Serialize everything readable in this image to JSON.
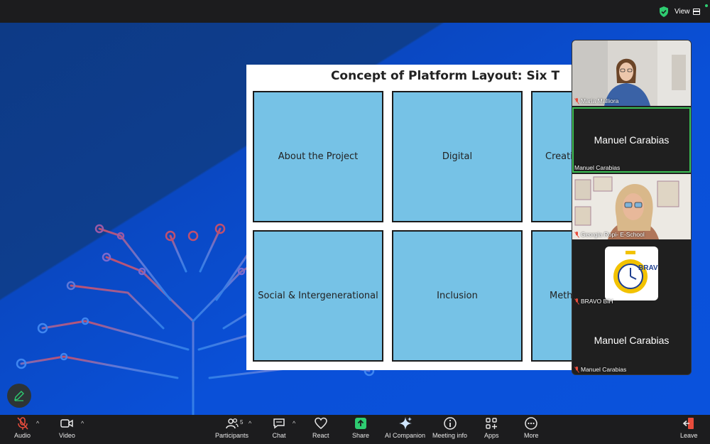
{
  "topbar": {
    "view_label": "View"
  },
  "slide": {
    "title": "Concept of Platform Layout: Six T",
    "tiles": [
      "About the Project",
      "Digital",
      "Creati",
      "Social & Intergenerational",
      "Inclusion",
      "Meth"
    ]
  },
  "gallery": {
    "participants": [
      {
        "name": "Maria Malliora",
        "muted": true
      },
      {
        "name": "Manuel Carabias",
        "display": "Manuel Carabias",
        "muted": false
      },
      {
        "name": "Georgia Ropi- E-School",
        "muted": true
      },
      {
        "name": "BRAVO BIH",
        "logo_text": "BRAVO",
        "muted": true
      },
      {
        "name": "Manuel Carabias",
        "display": "Manuel Carabias",
        "muted": true
      }
    ]
  },
  "toolbar": {
    "audio": "Audio",
    "video": "Video",
    "participants": "Participants",
    "participants_count": "5",
    "chat": "Chat",
    "react": "React",
    "share": "Share",
    "ai_companion": "AI Companion",
    "meeting_info": "Meeting info",
    "apps": "Apps",
    "more": "More",
    "leave": "Leave"
  },
  "colors": {
    "tile": "#76c2e6",
    "share_green": "#2ecc71",
    "mute_red": "#e74c3c",
    "active_border": "#3bbf54"
  }
}
